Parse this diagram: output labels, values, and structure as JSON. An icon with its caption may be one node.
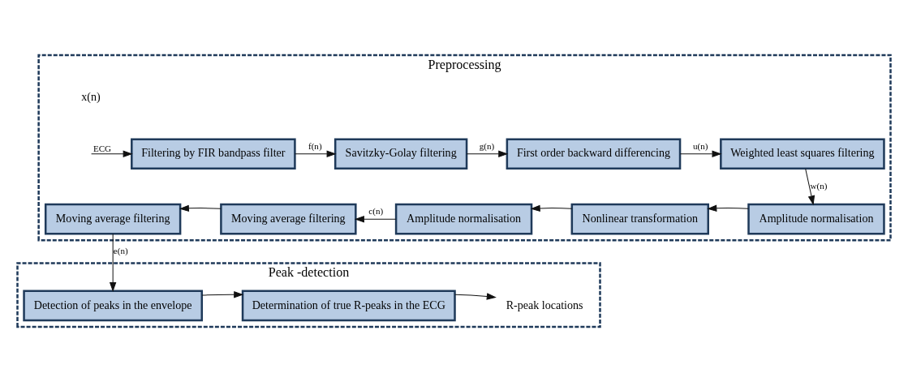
{
  "diagram": {
    "nodes": [
      {
        "text": [
          "Preprocessing"
        ]
      },
      {
        "text": [
          "Filtering by FIR bandpass filter"
        ],
        "in": 0
      },
      {
        "text": [
          "Savitzky-Golay filtering"
        ],
        "in": 0
      },
      {
        "text": [
          "First order backward differencing"
        ],
        "in": 0
      },
      {
        "text": [
          "Weighted least squares filtering"
        ],
        "in": 0
      },
      {
        "text": [
          "Amplitude normalisation"
        ],
        "in": 0
      },
      {
        "text": [
          "Nonlinear transformation"
        ],
        "in": 0
      },
      {
        "text": [
          "Amplitude normalisation"
        ],
        "in": 0
      },
      {
        "text": [
          "Moving average filtering"
        ],
        "in": 0
      },
      {
        "text": [
          "Moving average filtering"
        ],
        "in": 0
      },
      {
        "text": [
          "Peak -detection"
        ]
      },
      {
        "text": [
          "Detection of peaks in the envelope"
        ],
        "in": 10
      },
      {
        "text": [
          "Determination of true R-peaks in the ECG"
        ],
        "in": 10
      },
      {
        "text": [
          "R-peak locations"
        ],
        "in": 10
      }
    ],
    "edges": [
      {
        "from": null,
        "to": 1,
        "arrow": "to",
        "label": "ECG"
      },
      {
        "from": 1,
        "to": 2,
        "arrow": "to",
        "label": "f(n)"
      },
      {
        "from": 2,
        "to": 3,
        "arrow": "to",
        "label": "g(n)"
      },
      {
        "from": 3,
        "to": 4,
        "arrow": "to",
        "label": "u(n)"
      },
      {
        "from": 4,
        "to": 5,
        "arrow": "to",
        "label": "w(n)"
      },
      {
        "from": 5,
        "to": 6,
        "arrow": "to"
      },
      {
        "from": 6,
        "to": 7,
        "arrow": "to"
      },
      {
        "from": 7,
        "to": 8,
        "arrow": "to",
        "label": "c(n)"
      },
      {
        "from": 8,
        "to": 9,
        "arrow": "to"
      },
      {
        "from": 9,
        "to": 11,
        "arrow": "to",
        "label": "e(n)"
      },
      {
        "from": 11,
        "to": 12,
        "arrow": "to"
      },
      {
        "from": 12,
        "to": 13,
        "arrow": "to"
      }
    ],
    "labels": [
      "x(n)"
    ]
  }
}
